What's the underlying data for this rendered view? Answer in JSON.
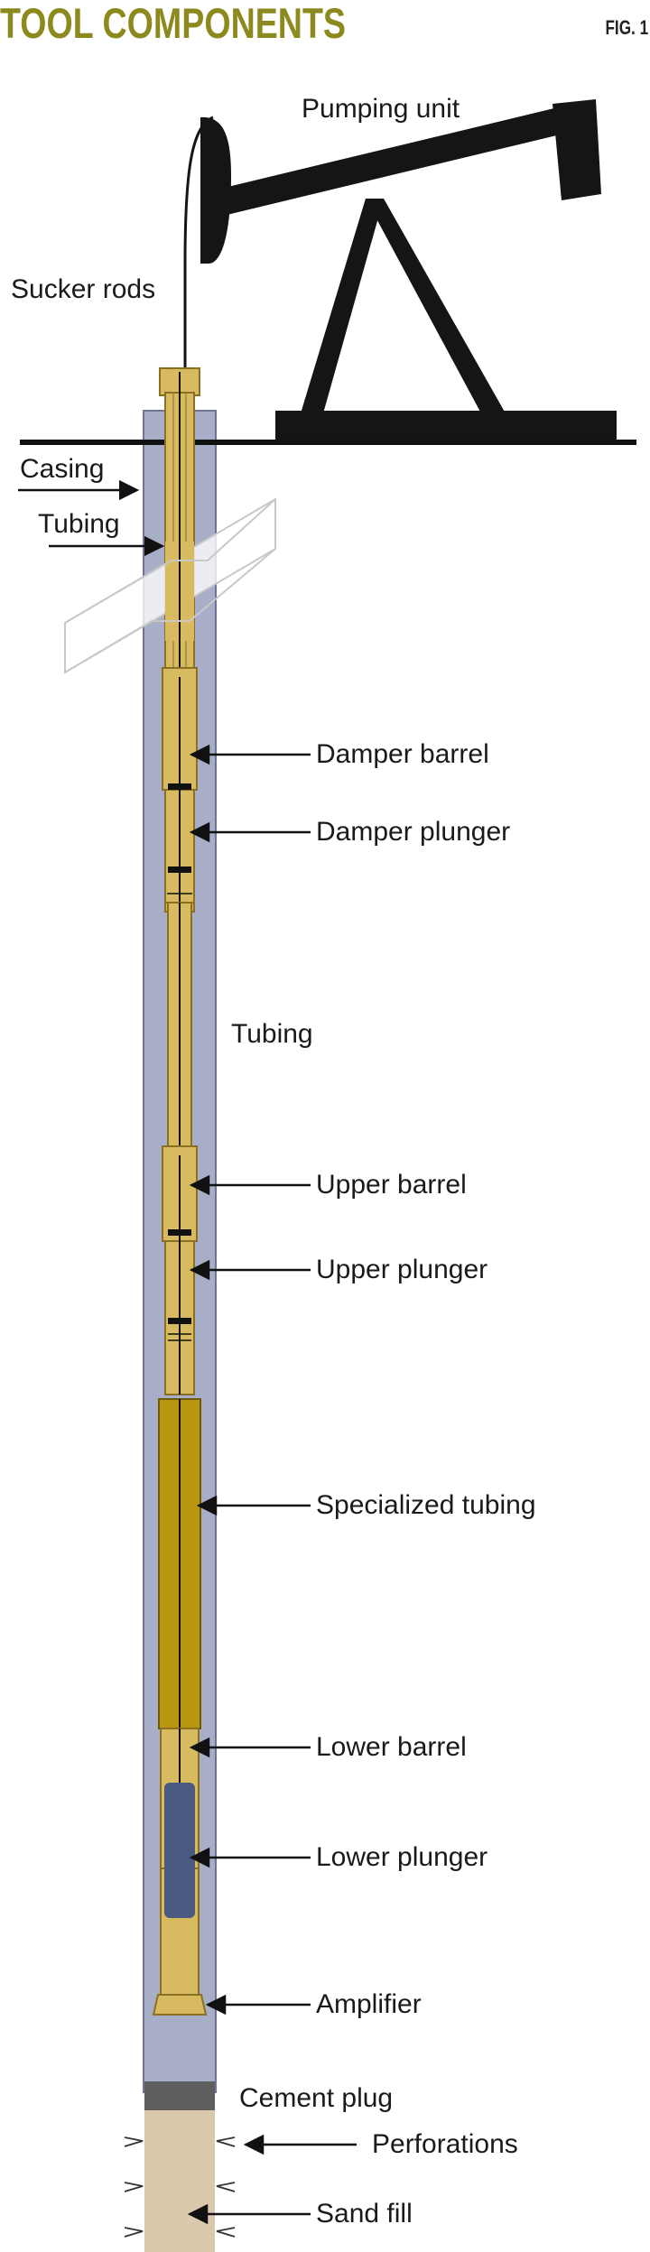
{
  "header": {
    "title": "TOOL COMPONENTS",
    "figure_number": "FIG. 1"
  },
  "labels": {
    "pumping_unit": "Pumping unit",
    "sucker_rods": "Sucker rods",
    "casing": "Casing",
    "tubing_top": "Tubing",
    "damper_barrel": "Damper barrel",
    "damper_plunger": "Damper plunger",
    "tubing_mid": "Tubing",
    "upper_barrel": "Upper barrel",
    "upper_plunger": "Upper plunger",
    "specialized_tubing": "Specialized tubing",
    "lower_barrel": "Lower barrel",
    "lower_plunger": "Lower plunger",
    "amplifier": "Amplifier",
    "cement_plug": "Cement plug",
    "perforations": "Perforations",
    "sand_fill": "Sand fill"
  },
  "colors": {
    "title": "#8c8a1e",
    "casing_fill": "#a9aec8",
    "tubing_gold": "#d8bb60",
    "specialized_tubing": "#b8960f",
    "plunger_blue": "#4a5a80",
    "cement": "#5e5e5e",
    "sand": "#dac9ad",
    "pump_black": "#151515"
  }
}
